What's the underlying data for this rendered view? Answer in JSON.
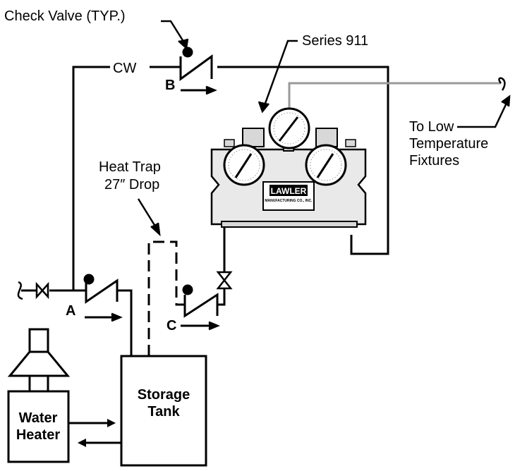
{
  "labels": {
    "check_valve": "Check Valve (TYP.)",
    "series": "Series 911",
    "cw": "CW",
    "b": "B",
    "a": "A",
    "c": "C",
    "to_low_1": "To Low",
    "to_low_2": "Temperature",
    "to_low_3": "Fixtures",
    "heat_trap_1": "Heat Trap",
    "heat_trap_2": "27″ Drop",
    "storage_1": "Storage",
    "storage_2": "Tank",
    "water_heater_1": "Water",
    "water_heater_2": "Heater"
  },
  "nameplate": {
    "brand": "LAWLER",
    "maker": "MANUFACTURING CO., INC."
  },
  "colors": {
    "line": "#000000",
    "gray_line": "#9a9a9a",
    "housing": "#e9e9e9",
    "gauge_face": "#ffffff"
  }
}
